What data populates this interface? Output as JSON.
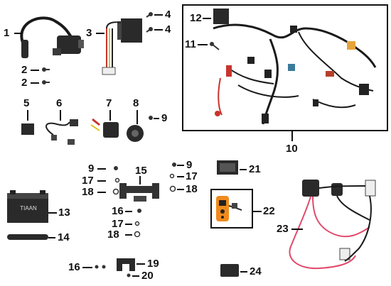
{
  "callouts": {
    "c1": "1",
    "c2a": "2",
    "c2b": "2",
    "c3": "3",
    "c4a": "4",
    "c4b": "4",
    "c5": "5",
    "c6": "6",
    "c7": "7",
    "c8": "8",
    "c9a": "9",
    "c10": "10",
    "c11": "11",
    "c12": "12",
    "c9b": "9",
    "c9c": "9",
    "c15": "15",
    "c17a": "17",
    "c17b": "17",
    "c18a": "18",
    "c18b": "18",
    "c21": "21",
    "c13": "13",
    "c16a": "16",
    "c22": "22",
    "c17c": "17",
    "c18c": "18",
    "c23": "23",
    "c14": "14",
    "c16b": "16",
    "c19": "19",
    "c20": "20",
    "c24": "24"
  },
  "part_labels": {
    "battery_brand": "TIAAN"
  },
  "colors": {
    "line": "#111111",
    "wire_red": "#c8342c",
    "wire_pink": "#e04a6a",
    "orange": "#f08a1c",
    "part_dark": "#2a2a2a"
  }
}
